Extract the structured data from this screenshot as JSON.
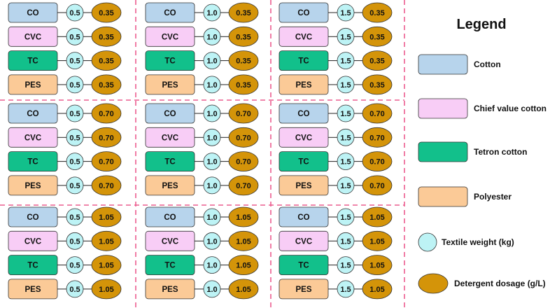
{
  "fabrics": [
    {
      "code": "CO",
      "color": "#b7d4ec"
    },
    {
      "code": "CVC",
      "color": "#f8cdf6"
    },
    {
      "code": "TC",
      "color": "#12c08b"
    },
    {
      "code": "PES",
      "color": "#fbca97"
    }
  ],
  "weights": [
    "0.5",
    "1.0",
    "1.5"
  ],
  "dosages": [
    "0.35",
    "0.70",
    "1.05"
  ],
  "colors": {
    "weight_fill": "#bdf3f5",
    "dosage_fill": "#d49409",
    "divider": "#ec5d8f",
    "outline": "#333333"
  },
  "legend": {
    "title": "Legend",
    "items": [
      {
        "label": "Cotton",
        "shape": "rect",
        "color": "#b7d4ec"
      },
      {
        "label": "Chief value cotton",
        "shape": "rect",
        "color": "#f8cdf6"
      },
      {
        "label": "Tetron cotton",
        "shape": "rect",
        "color": "#12c08b"
      },
      {
        "label": "Polyester",
        "shape": "rect",
        "color": "#fbca97"
      },
      {
        "label": "Textile weight (kg)",
        "shape": "circle",
        "color": "#bdf3f5"
      },
      {
        "label": "Detergent dosage (g/L)",
        "shape": "ellipse",
        "color": "#d49409"
      }
    ]
  }
}
